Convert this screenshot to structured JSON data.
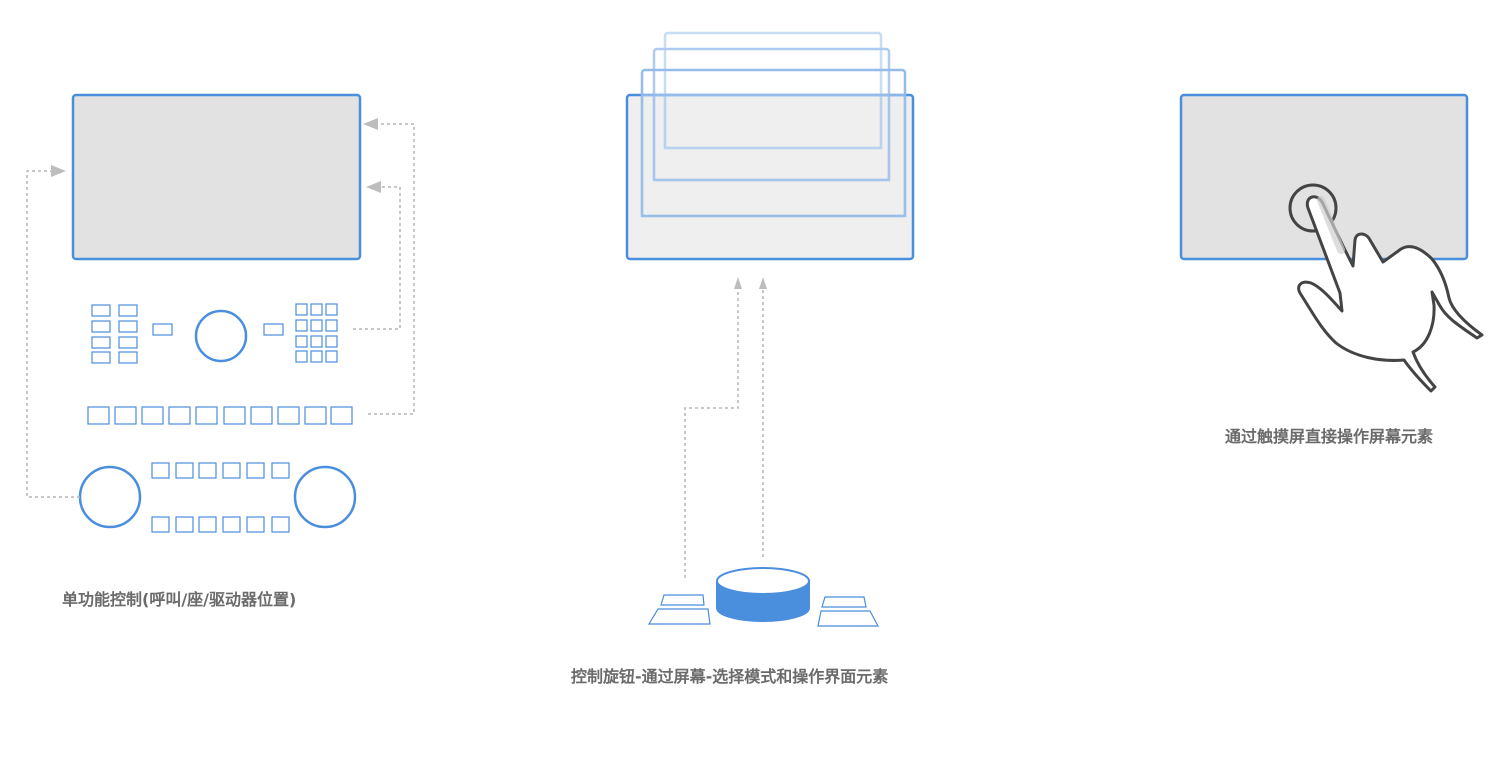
{
  "captions": {
    "left": "单功能控制(呼叫/座/驱动器位置)",
    "middle": "控制旋钮-通过屏幕-选择模式和操作界面元素",
    "right": "通过触摸屏直接操作屏幕元素"
  },
  "icons": {
    "left": "control-panel-icon",
    "middle": "rotary-knob-icon",
    "right": "touch-hand-icon"
  },
  "colors": {
    "accent": "#4a8ede",
    "screen_fill": "#e2e2e2",
    "connector": "#b5b5b5",
    "caption": "#6b6b6b",
    "hand_outline": "#444444"
  }
}
